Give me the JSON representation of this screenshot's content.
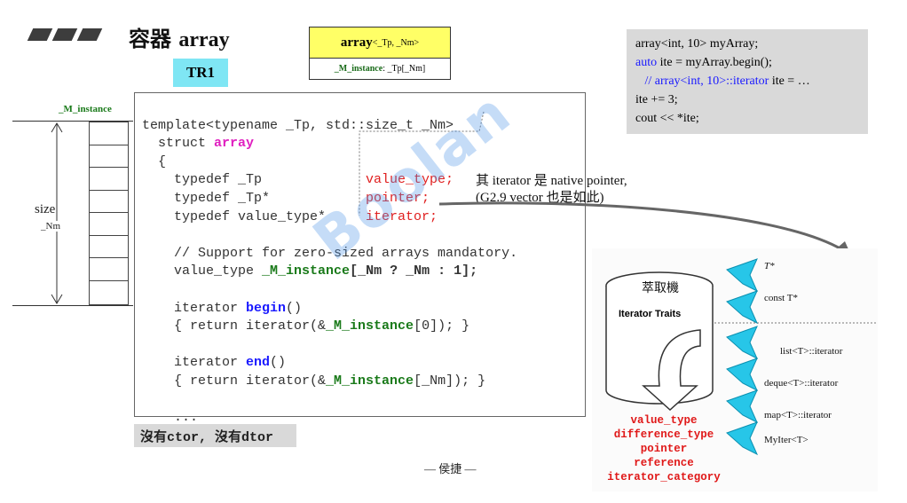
{
  "title": {
    "cn": "容器",
    "en": "array"
  },
  "tr1": "TR1",
  "uml": {
    "name": "array",
    "params": "<_Tp, _Nm>",
    "member": "_M_instance",
    "member_type": " : _Tp[_Nm]"
  },
  "usage_code": {
    "line1": "array<int, 10> myArray;",
    "line2_kw": "auto",
    "line2_rest": " ite = myArray.begin();",
    "line3_comment": "   // array<int, 10>::iterator",
    "line3_rest": " ite = …",
    "line4": "ite += 3;",
    "line5": "cout << *ite;"
  },
  "diagram": {
    "top_label": "_M_instance",
    "size": "size",
    "nm": "_Nm"
  },
  "code": {
    "l1": "template<typename _Tp, std::size_t _Nm>",
    "l2a": "  struct ",
    "l2b": "array",
    "l3": "  {",
    "l4a": "    typedef _Tp             ",
    "l4b": "value_type;",
    "l5a": "    typedef _Tp*            ",
    "l5b": "pointer;",
    "l6a": "    typedef value_type*     ",
    "l6b": "iterator;",
    "l7": "    // Support for zero-sized arrays mandatory.",
    "l8a": "    value_type ",
    "l8b": "_M_instance",
    "l8c": "[_Nm ? _Nm : 1];",
    "l9a": "    iterator ",
    "l9b": "begin",
    "l9c": "()",
    "l10a": "    { return iterator(&",
    "l10b": "_M_instance",
    "l10c": "[0]); }",
    "l11a": "    iterator ",
    "l11b": "end",
    "l11c": "()",
    "l12a": "    { return iterator(&",
    "l12b": "_M_instance",
    "l12c": "[_Nm]); }",
    "l13": "    ..."
  },
  "note": "沒有ctor, 沒有dtor",
  "comment": {
    "line1": "其 iterator 是 native pointer,",
    "line2": "(G2.9 vector 也是如此)"
  },
  "traits": {
    "cyl_top": "萃取機",
    "cyl_label": "Iterator Traits",
    "inputs": [
      "T*",
      "const T*",
      "list<T>::iterator",
      "deque<T>::iterator",
      "map<T>::iterator",
      "MyIter<T>"
    ],
    "outputs": [
      "value_type",
      "difference_type",
      "pointer",
      "reference",
      "iterator_category"
    ]
  },
  "watermark": "Boolan",
  "footer": "— 侯捷 —",
  "colors": {
    "accent_cyan": "#7fe6f4",
    "uml_yellow": "#ffff66",
    "keyword_blue": "#1a1aff",
    "keyword_red": "#e02020",
    "keyword_green": "#1a7a1a",
    "keyword_magenta": "#e020c0",
    "arrow_cyan": "#27c6e8"
  }
}
